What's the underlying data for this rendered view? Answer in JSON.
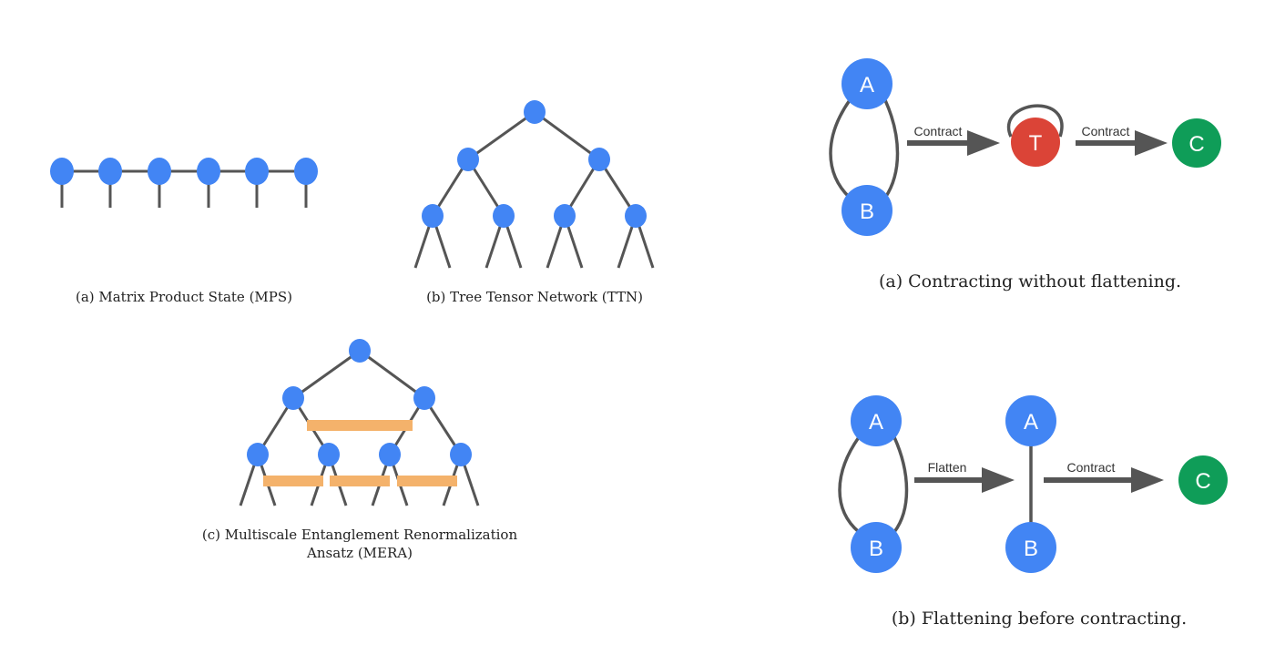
{
  "colors": {
    "node_blue": "#4285f4",
    "node_red": "#db4437",
    "node_green": "#0f9d58",
    "edge": "#555555",
    "isometry_orange": "#f4b26b",
    "arrow": "#555555"
  },
  "figures": {
    "mps": {
      "caption": "(a) Matrix Product State (MPS)"
    },
    "ttn": {
      "caption": "(b) Tree Tensor Network (TTN)"
    },
    "mera": {
      "caption_line1": "(c) Multiscale Entanglement Renormalization",
      "caption_line2": "Ansatz (MERA)"
    },
    "contract_a": {
      "caption": "(a) Contracting without flattening.",
      "node_a": "A",
      "node_b": "B",
      "node_t": "T",
      "node_c": "C",
      "arrow1_label": "Contract",
      "arrow2_label": "Contract"
    },
    "contract_b": {
      "caption": "(b) Flattening before contracting.",
      "node_a1": "A",
      "node_b1": "B",
      "node_a2": "A",
      "node_b2": "B",
      "node_c": "C",
      "arrow1_label": "Flatten",
      "arrow2_label": "Contract"
    }
  }
}
